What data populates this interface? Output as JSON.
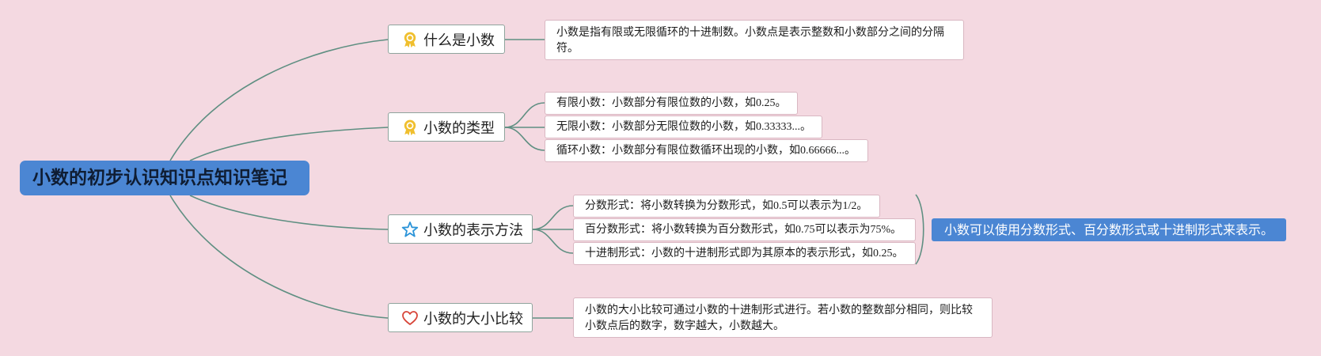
{
  "root": {
    "label": "小数的初步认识知识点知识笔记"
  },
  "topics": [
    {
      "label": "什么是小数",
      "icon": "ribbon-award-icon"
    },
    {
      "label": "小数的类型",
      "icon": "ribbon-award-icon"
    },
    {
      "label": "小数的表示方法",
      "icon": "star-icon"
    },
    {
      "label": "小数的大小比较",
      "icon": "heart-icon"
    }
  ],
  "definition": {
    "text": "小数是指有限或无限循环的十进制数。小数点是表示整数和小数部分之间的分隔符。"
  },
  "types": [
    {
      "text": "有限小数：小数部分有限位数的小数，如0.25。"
    },
    {
      "text": "无限小数：小数部分无限位数的小数，如0.33333...。"
    },
    {
      "text": "循环小数：小数部分有限位数循环出现的小数，如0.66666...。"
    }
  ],
  "representations": [
    {
      "text": "分数形式：将小数转换为分数形式，如0.5可以表示为1/2。"
    },
    {
      "text": "百分数形式：将小数转换为百分数形式，如0.75可以表示为75%。"
    },
    {
      "text": "十进制形式：小数的十进制形式即为其原本的表示形式，如0.25。"
    }
  ],
  "summary": {
    "text": "小数可以使用分数形式、百分数形式或十进制形式来表示。"
  },
  "comparison": {
    "text": "小数的大小比较可通过小数的十进制形式进行。若小数的整数部分相同，则比较小数点后的数字，数字越大，小数越大。"
  },
  "colors": {
    "background": "#f4d9e1",
    "root_fill": "#4b86d3",
    "summary_fill": "#4b86d3",
    "connector": "#5f8f82",
    "ribbon": "#f0bf2e",
    "star": "#2a93d8",
    "heart": "#d8463a"
  }
}
